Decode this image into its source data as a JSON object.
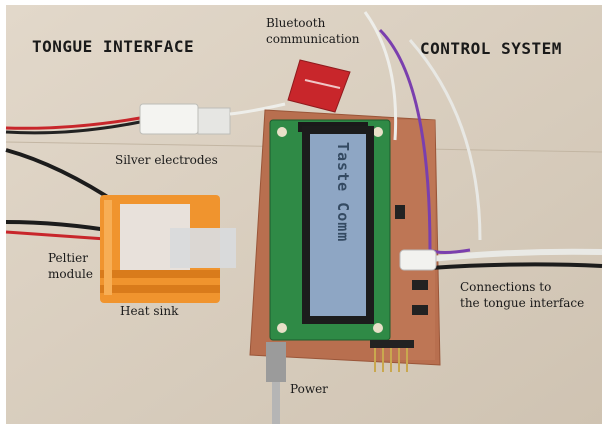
{
  "labels": {
    "tongue_interface": "TONGUE INTERFACE",
    "control_system": "CONTROL SYSTEM",
    "bluetooth_line1": "Bluetooth",
    "bluetooth_line2": "communication",
    "silver_electrodes": "Silver electrodes",
    "peltier_line1": "Peltier",
    "peltier_line2": "module",
    "heat_sink": "Heat sink",
    "connections_line1": "Connections to",
    "connections_line2": "the tongue interface",
    "power": "Power"
  },
  "display_text": "Taste Comm",
  "colors": {
    "background": "#d8cdbe",
    "pcb": "#b86f4f",
    "green_board": "#2f8a46",
    "lcd": "#8ea6c4",
    "heat_sink": "#f0942e",
    "bluetooth_module": "#c8262b",
    "wire_purple": "#7a3fae",
    "wire_red": "#c8262b"
  }
}
